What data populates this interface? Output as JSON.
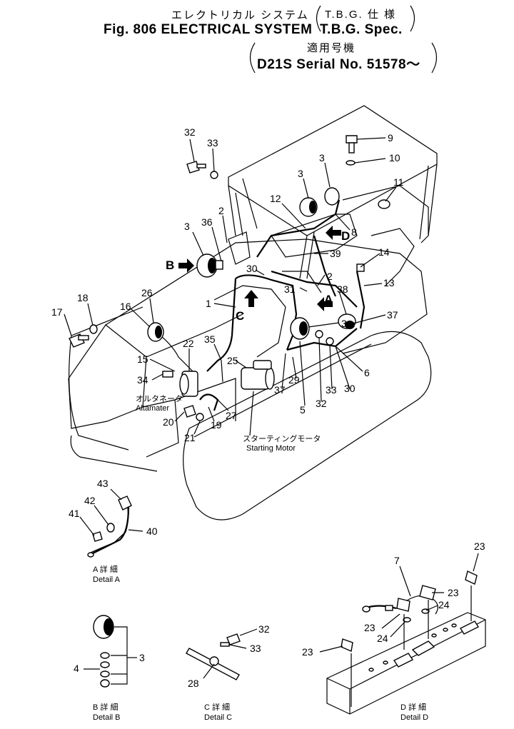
{
  "header": {
    "jp_title": "エレクトリカル システム",
    "jp_spec": "T.B.G. 仕 様",
    "fig_title": "Fig. 806 ELECTRICAL SYSTEM",
    "spec": "T.B.G. Spec.",
    "jp_serial": "適用号機",
    "serial": "D21S Serial No. 51578～"
  },
  "labels": {
    "alternator_jp": "オルタネータ",
    "alternator": "Altamater",
    "starting_motor_jp": "スターティングモータ",
    "starting_motor": "Starting Motor",
    "view_a": "A",
    "view_b": "B",
    "view_c": "C",
    "view_d": "D",
    "detail_a_jp": "A 詳 細",
    "detail_a": "Detail A",
    "detail_b_jp": "B 詳 細",
    "detail_b": "Detail B",
    "detail_c_jp": "C 詳 細",
    "detail_c": "Detail C",
    "detail_d_jp": "D 詳 細",
    "detail_d": "Detail D"
  },
  "callouts": [
    "32",
    "33",
    "9",
    "10",
    "3",
    "3",
    "11",
    "12",
    "8",
    "2",
    "3",
    "36",
    "39",
    "14",
    "13",
    "30",
    "31",
    "2",
    "38",
    "1",
    "26",
    "18",
    "17",
    "16",
    "37",
    "3",
    "22",
    "35",
    "15",
    "25",
    "29",
    "6",
    "34",
    "37",
    "33",
    "30",
    "27",
    "5",
    "32",
    "20",
    "19",
    "21",
    "43",
    "42",
    "41",
    "40",
    "7",
    "23",
    "23",
    "24",
    "23",
    "24",
    "23",
    "32",
    "33",
    "3",
    "4",
    "28"
  ]
}
